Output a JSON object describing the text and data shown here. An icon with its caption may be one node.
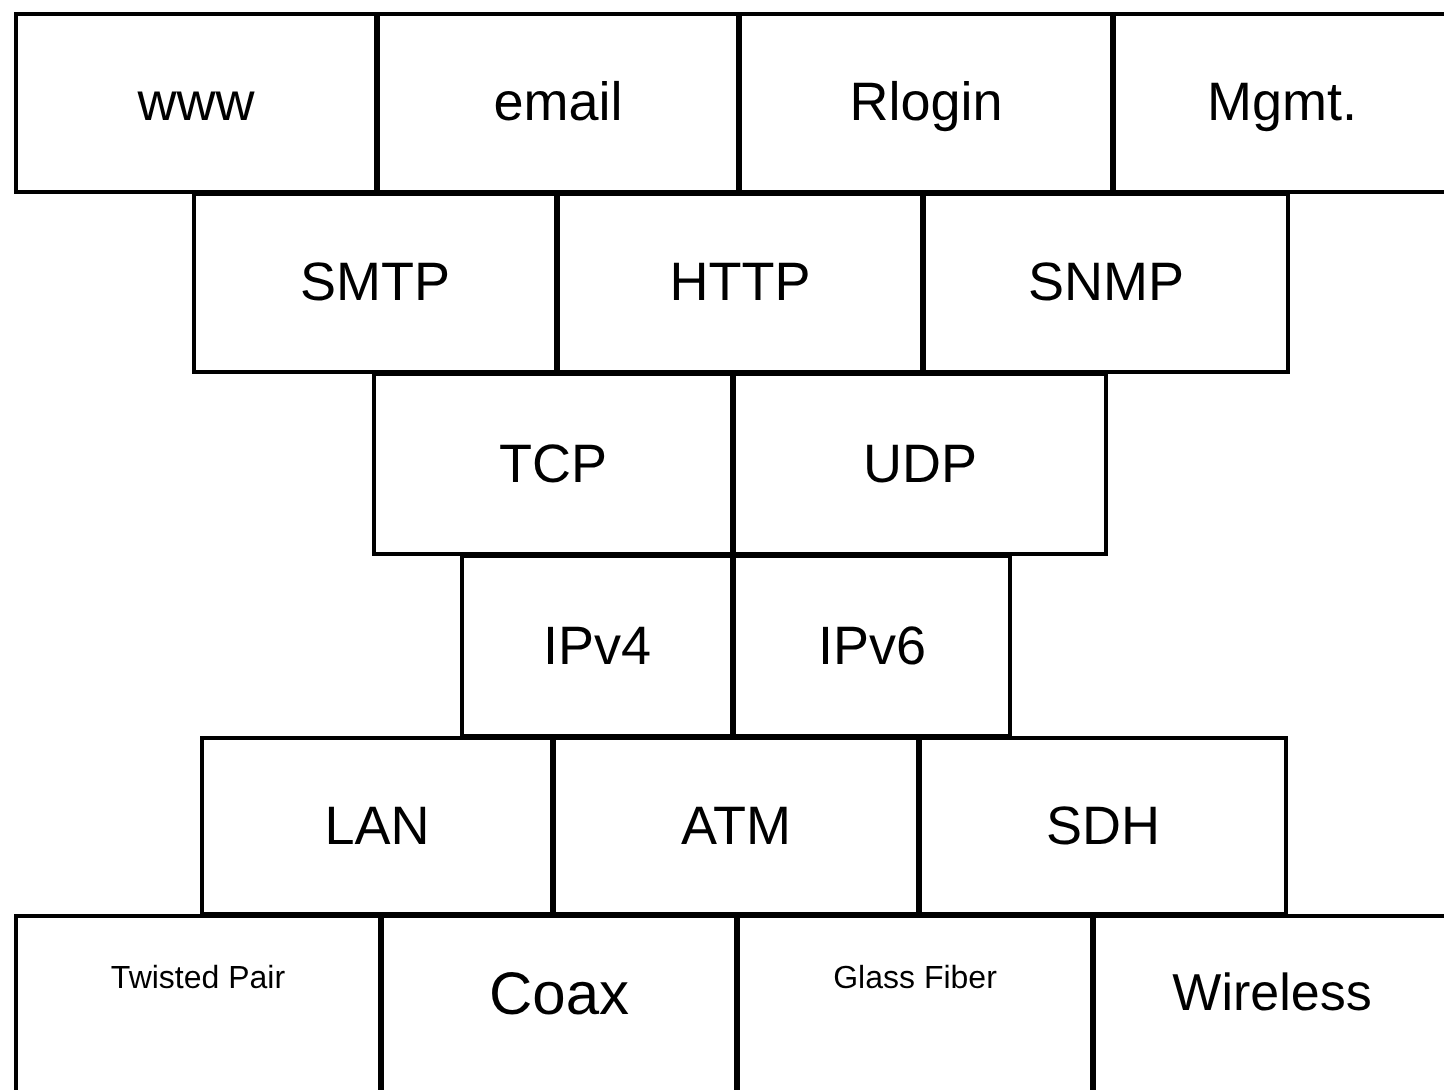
{
  "diagram": {
    "nodes": [
      {
        "text": [
          "www"
        ]
      },
      {
        "text": [
          "email"
        ]
      },
      {
        "text": [
          "Rlogin"
        ]
      },
      {
        "text": [
          "Mgmt."
        ]
      },
      {
        "text": [
          "SMTP"
        ]
      },
      {
        "text": [
          "HTTP"
        ]
      },
      {
        "text": [
          "SNMP"
        ]
      },
      {
        "text": [
          "TCP"
        ]
      },
      {
        "text": [
          "UDP"
        ]
      },
      {
        "text": [
          "IPv4"
        ]
      },
      {
        "text": [
          "IPv6"
        ]
      },
      {
        "text": [
          "LAN"
        ]
      },
      {
        "text": [
          "ATM"
        ]
      },
      {
        "text": [
          "SDH"
        ]
      },
      {
        "text": [
          "Twisted Pair"
        ]
      },
      {
        "text": [
          "Coax"
        ]
      },
      {
        "text": [
          "Glass Fiber"
        ]
      },
      {
        "text": [
          "Wireless"
        ]
      }
    ]
  }
}
